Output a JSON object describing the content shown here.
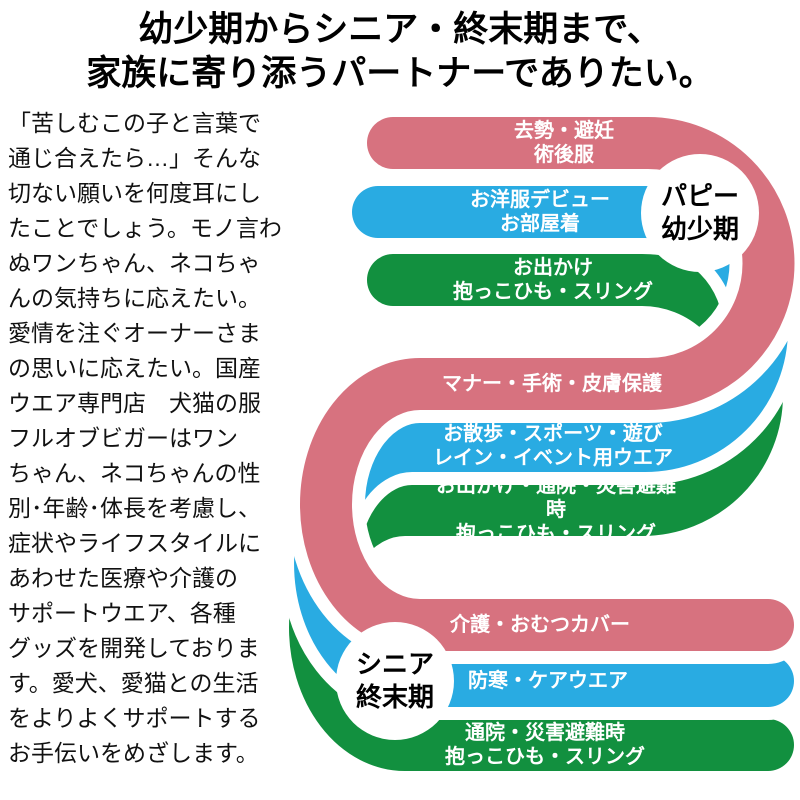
{
  "title": {
    "text": "幼少期からシニア・終末期まで、\n家族に寄り添うパートナーでありたい。"
  },
  "intro": {
    "text": "「苦しむこの子と言葉で\n通じ合えたら…」そんな\n切ない願いを何度耳にし\nたことでしょう。モノ言わ\nぬワンちゃん、ネコちゃ\nんの気持ちに応えたい。\n愛情を注ぐオーナーさま\nの思いに応えたい。国産\nウエア専門店　犬猫の服\nフルオブビガーはワン\nちゃん、ネコちゃんの性\n別･年齢･体長を考慮し、\n症状やライフスタイルに\nあわせた医療や介護の\nサポートウエア、各種\nグッズを開発しておりま\nす。愛犬、愛猫との生活\nをよりよくサポートする\nお手伝いをめざします。"
  },
  "colors": {
    "pink": "#d7727f",
    "blue": "#29abe2",
    "green": "#12903f",
    "label_text": "#ffffff",
    "badge_bg": "#ffffff",
    "badge_text": "#000000"
  },
  "badges": {
    "puppy": {
      "text": "パピー\n幼少期"
    },
    "senior": {
      "text": "シニア\n終末期"
    }
  },
  "labels": [
    {
      "ribbon": "pink",
      "text": "去勢・避妊\n術後服"
    },
    {
      "ribbon": "blue",
      "text": "お洋服デビュー\nお部屋着"
    },
    {
      "ribbon": "green",
      "text": "お出かけ\n抱っこひも・スリング"
    },
    {
      "ribbon": "pink",
      "text": "マナー・手術・皮膚保護"
    },
    {
      "ribbon": "blue",
      "text": "お散歩・スポーツ・遊び\nレイン・イベント用ウエア"
    },
    {
      "ribbon": "green",
      "text": "お出かけ・通院・災害避難時\n抱っこひも・スリング"
    },
    {
      "ribbon": "pink",
      "text": "介護・おむつカバー"
    },
    {
      "ribbon": "blue",
      "text": "防寒・ケアウエア"
    },
    {
      "ribbon": "green",
      "text": "通院・災害避難時\n抱っこひも・スリング"
    }
  ]
}
